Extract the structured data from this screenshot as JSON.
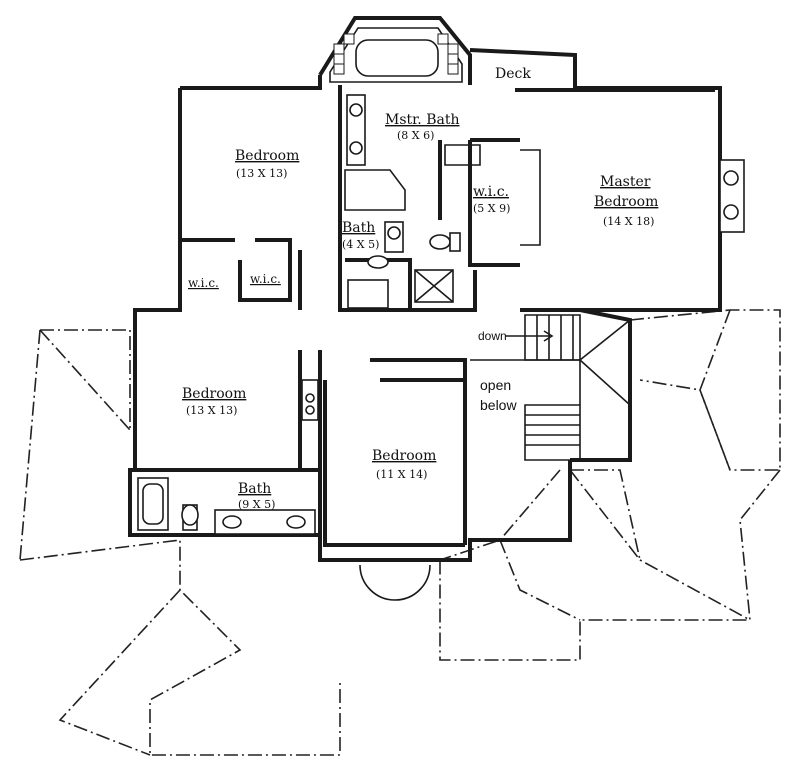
{
  "labels": {
    "deck": "Deck",
    "mstr_bath": {
      "name": "Mstr. Bath",
      "dim": "(8 X 6)"
    },
    "bedroom_1": {
      "name": "Bedroom",
      "dim": "(13 X 13)"
    },
    "wic_mstr": {
      "name": "w.i.c.",
      "dim": "(5 X 9)"
    },
    "master_bedroom": {
      "name_line1": "Master",
      "name_line2": "Bedroom",
      "dim": "(14 X 18)"
    },
    "bath_small": {
      "name": "Bath",
      "dim": "(4 X 5)"
    },
    "wic_left": "w.i.c.",
    "wic_right": "w.i.c.",
    "down": "down",
    "open_below_line1": "open",
    "open_below_line2": "below",
    "bedroom_2": {
      "name": "Bedroom",
      "dim": "(13 X 13)"
    },
    "bedroom_3": {
      "name": "Bedroom",
      "dim": "(11 X 14)"
    },
    "bath_hall": {
      "name": "Bath",
      "dim": "(9 X 5)"
    }
  }
}
